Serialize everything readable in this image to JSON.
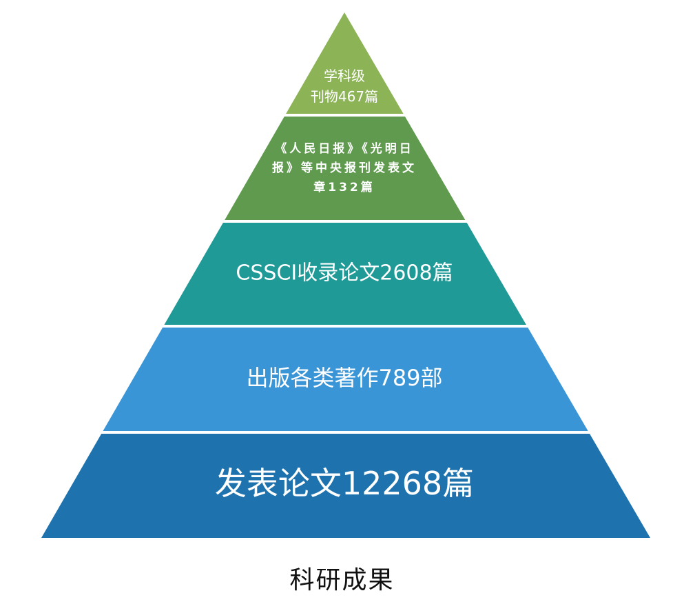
{
  "diagram": {
    "caption": "科研成果",
    "tiers": [
      {
        "lines": [
          "学科级",
          "刊物467篇"
        ],
        "color": "#8cb356"
      },
      {
        "lines": [
          "《人民日报》《光明日",
          "报》等中央报刊发表文",
          "章132篇"
        ],
        "color": "#5f9a4f"
      },
      {
        "lines": [
          "CSSCI收录论文2608篇"
        ],
        "color": "#1f9a97"
      },
      {
        "lines": [
          "出版各类著作789部"
        ],
        "color": "#3a95d6"
      },
      {
        "lines": [
          "发表论文12268篇"
        ],
        "color": "#1e72ad"
      }
    ]
  }
}
